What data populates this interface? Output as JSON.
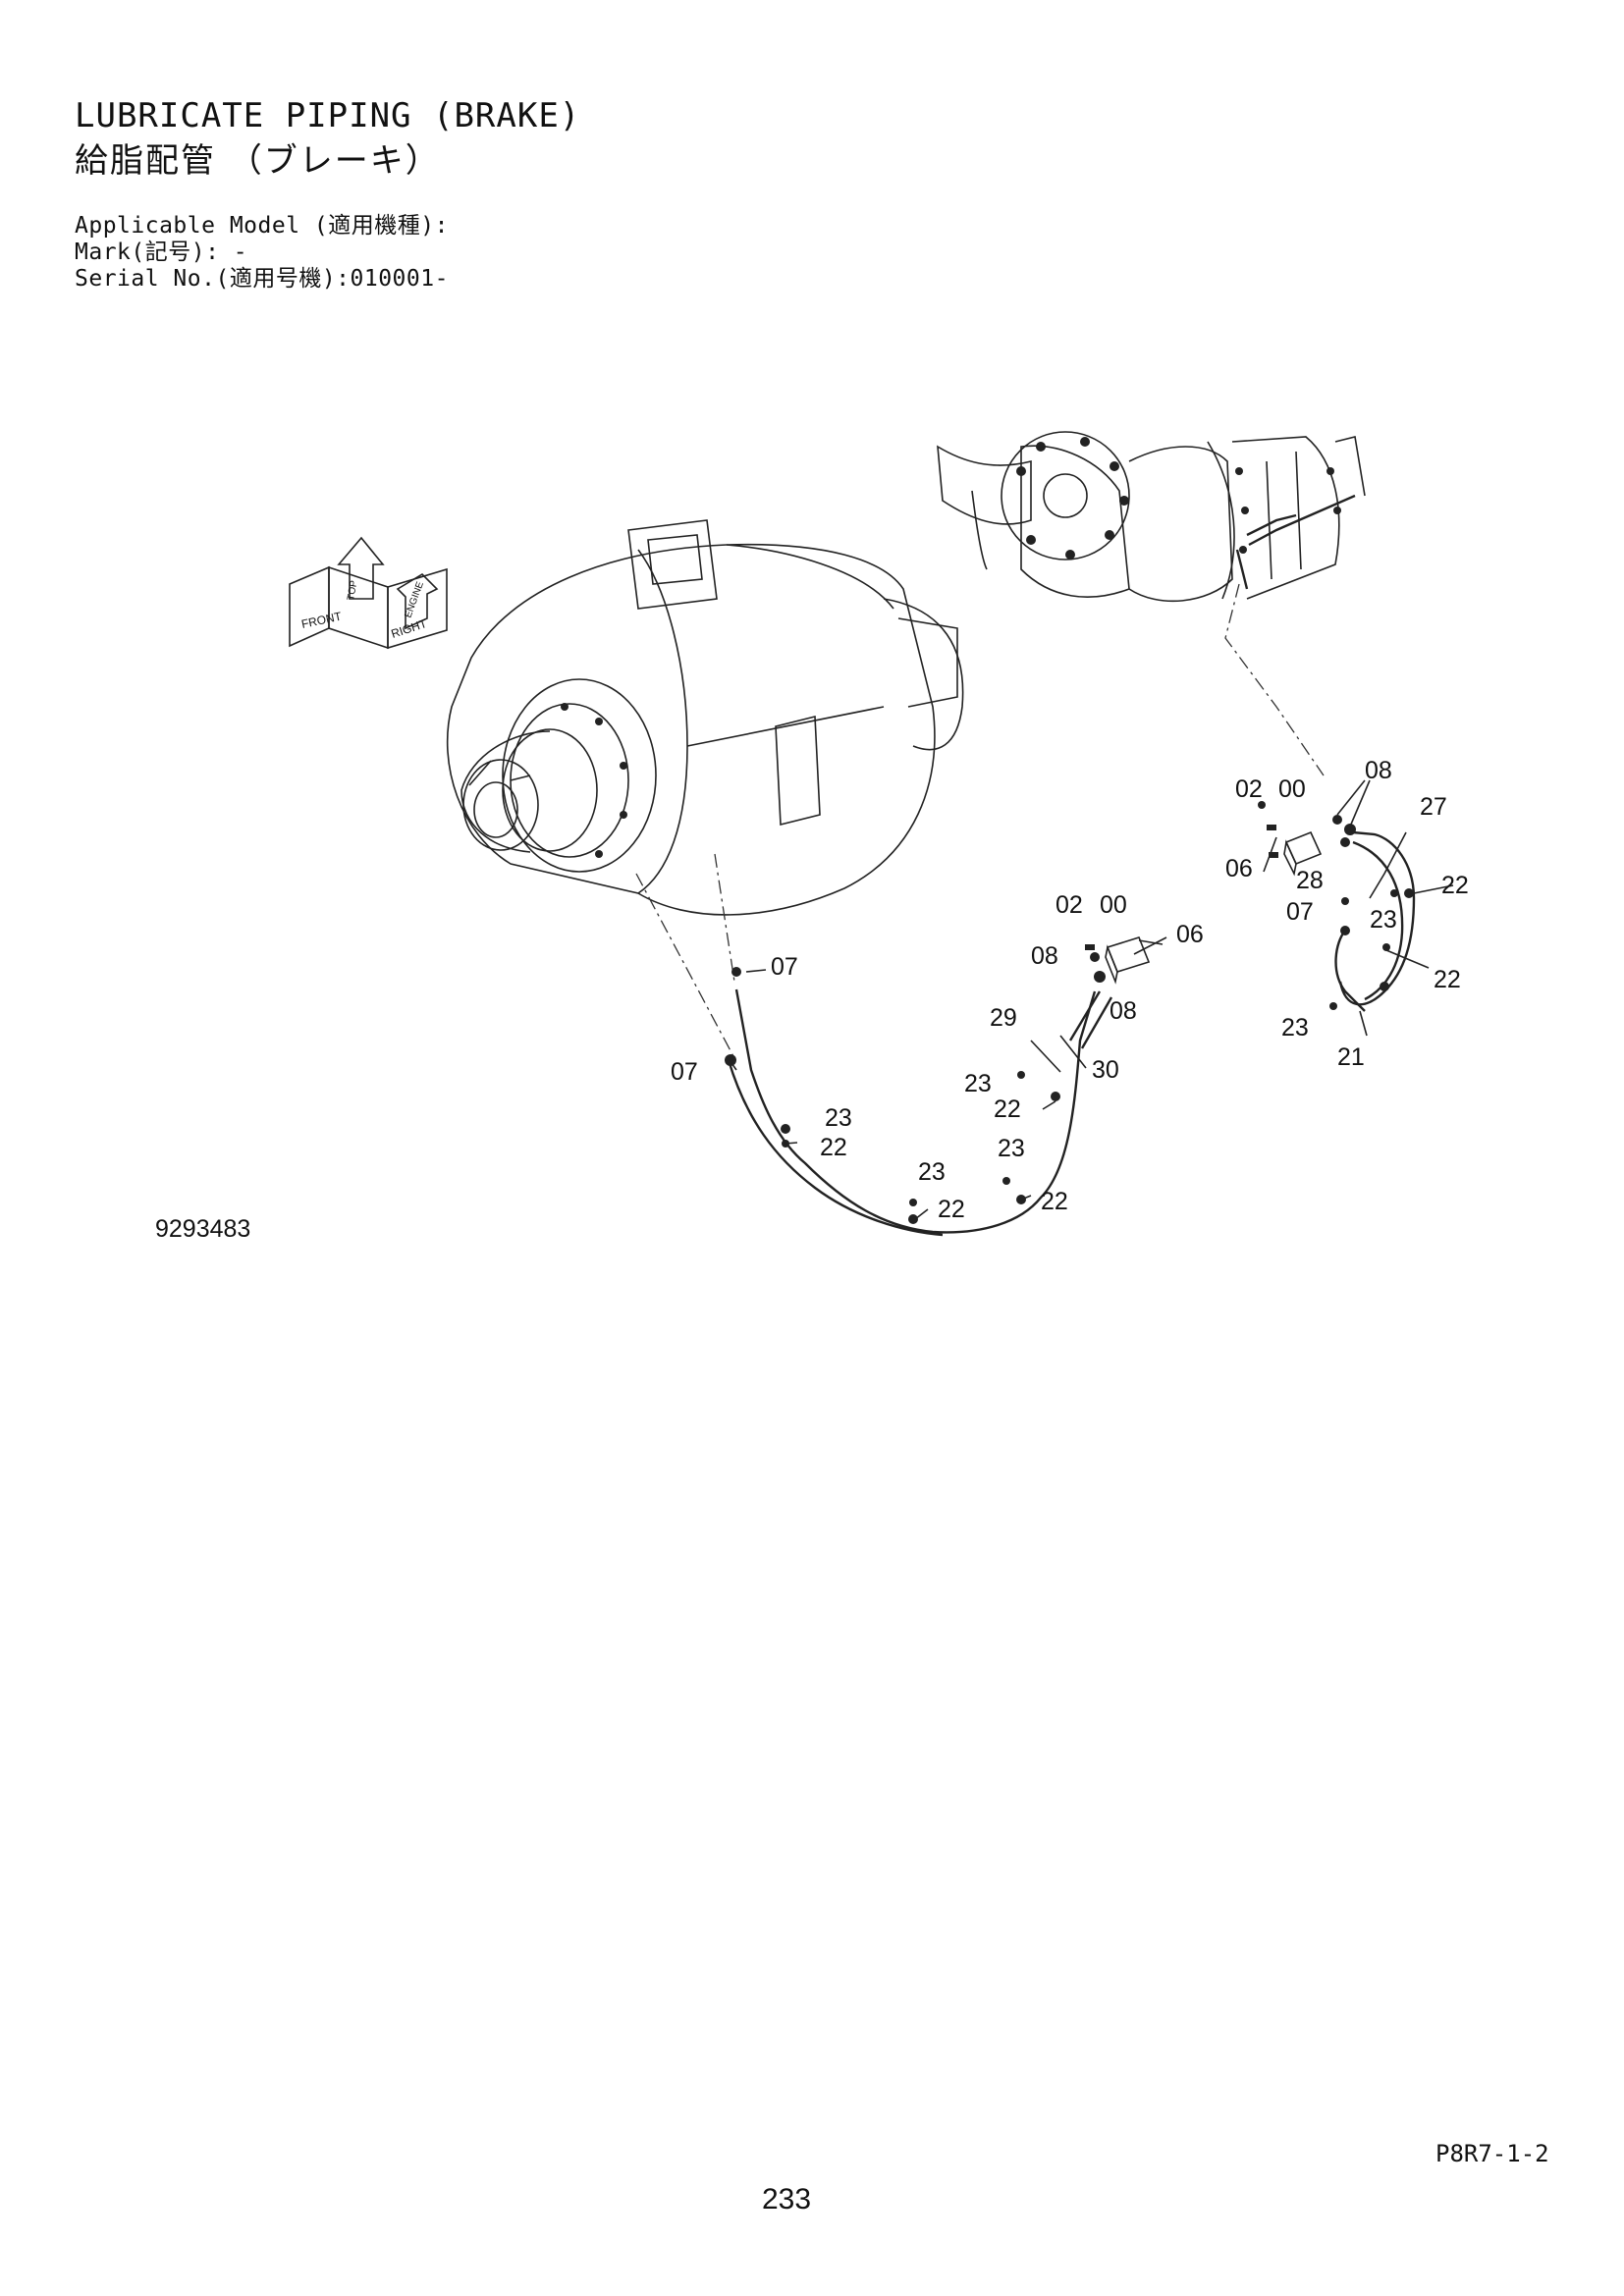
{
  "header": {
    "title_en": "LUBRICATE PIPING (BRAKE)",
    "title_ja": "給脂配管 （ブレーキ）",
    "applicable_model": "Applicable Model (適用機種):",
    "mark": "Mark(記号): -",
    "serial": "Serial No.(適用号機):010001-"
  },
  "direction_badge": {
    "front": "FRONT",
    "right": "RIGHT",
    "top": "TOP",
    "engine": "ENGINE"
  },
  "callouts": [
    {
      "id": "c-02a",
      "text": "02"
    },
    {
      "id": "c-00a",
      "text": "00"
    },
    {
      "id": "c-08a",
      "text": "08"
    },
    {
      "id": "c-27",
      "text": "27"
    },
    {
      "id": "c-06a",
      "text": "06"
    },
    {
      "id": "c-28",
      "text": "28"
    },
    {
      "id": "c-22a",
      "text": "22"
    },
    {
      "id": "c-07a",
      "text": "07"
    },
    {
      "id": "c-23a",
      "text": "23"
    },
    {
      "id": "c-22b",
      "text": "22"
    },
    {
      "id": "c-23b",
      "text": "23"
    },
    {
      "id": "c-21",
      "text": "21"
    },
    {
      "id": "c-02b",
      "text": "02"
    },
    {
      "id": "c-00b",
      "text": "00"
    },
    {
      "id": "c-06b",
      "text": "06"
    },
    {
      "id": "c-08b",
      "text": "08"
    },
    {
      "id": "c-08c",
      "text": "08"
    },
    {
      "id": "c-07b",
      "text": "07"
    },
    {
      "id": "c-29",
      "text": "29"
    },
    {
      "id": "c-30",
      "text": "30"
    },
    {
      "id": "c-07c",
      "text": "07"
    },
    {
      "id": "c-23c",
      "text": "23"
    },
    {
      "id": "c-22c",
      "text": "22"
    },
    {
      "id": "c-23d",
      "text": "23"
    },
    {
      "id": "c-22d",
      "text": "22"
    },
    {
      "id": "c-23e",
      "text": "23"
    },
    {
      "id": "c-23f",
      "text": "23"
    },
    {
      "id": "c-22e",
      "text": "22"
    },
    {
      "id": "c-22f",
      "text": "22"
    }
  ],
  "drawing_number": "9293483",
  "page_ref": "P8R7-1-2",
  "page_number": "233"
}
